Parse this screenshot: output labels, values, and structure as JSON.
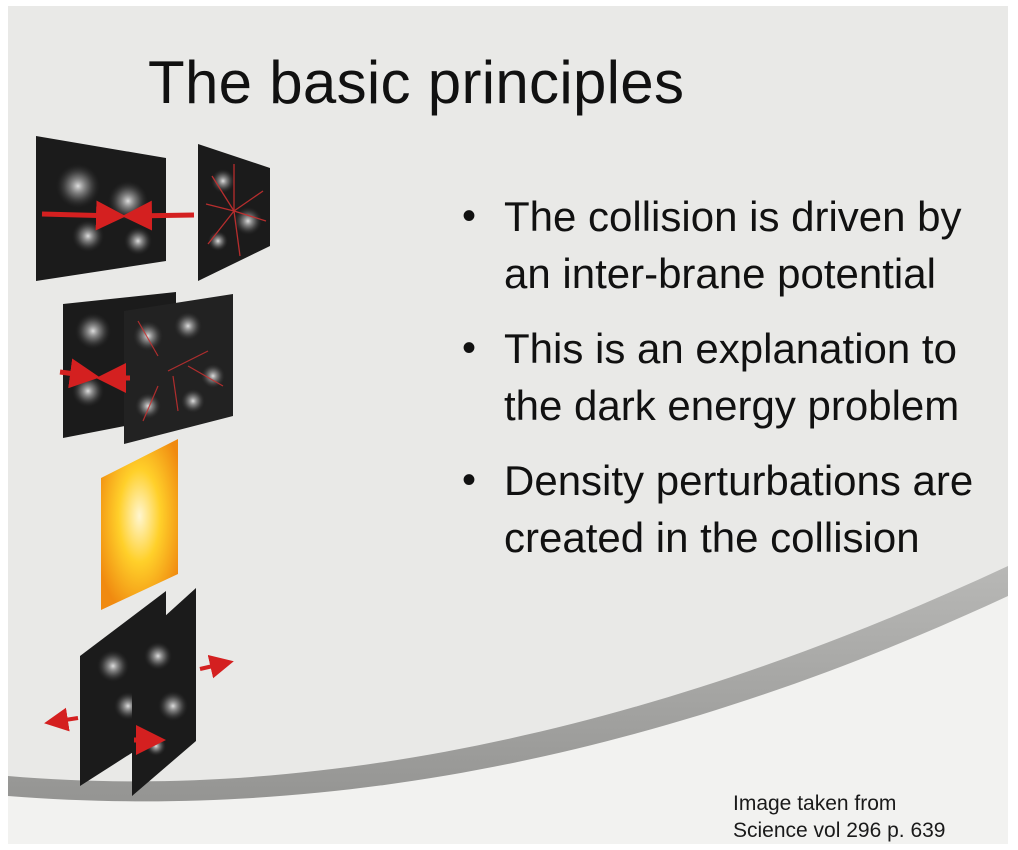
{
  "slide": {
    "title": "The basic principles",
    "bullets": [
      "The collision is driven by an inter-brane potential",
      "This is an explanation to the dark energy problem",
      "Density perturbations are created in the collision"
    ],
    "credit": {
      "line1": "Image taken from",
      "line2": "Science vol 296 p. 639"
    }
  },
  "figure": {
    "panel_color": "#1b1b1b",
    "arrow_color": "#d42020",
    "flash_colors": [
      "#fff6d0",
      "#ffd02a",
      "#f08a10"
    ]
  }
}
